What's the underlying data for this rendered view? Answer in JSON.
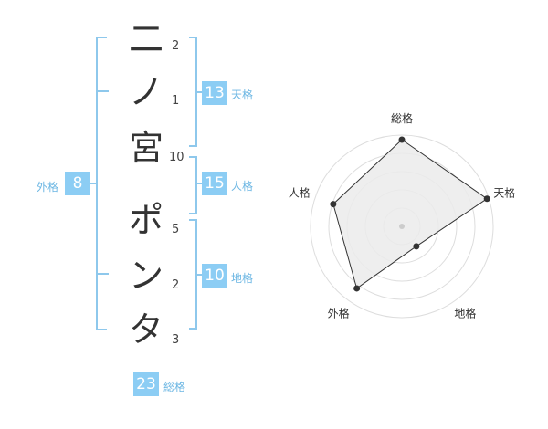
{
  "name": {
    "characters": [
      "二",
      "ノ",
      "宮",
      "ポ",
      "ン",
      "タ"
    ],
    "strokes": [
      "2",
      "1",
      "10",
      "5",
      "2",
      "3"
    ]
  },
  "fortune": {
    "tenkaku": {
      "value": "13",
      "label": "天格"
    },
    "jinkaku": {
      "value": "15",
      "label": "人格"
    },
    "chikaku": {
      "value": "10",
      "label": "地格"
    },
    "gaikaku": {
      "value": "8",
      "label": "外格"
    },
    "soukaku": {
      "value": "23",
      "label": "総格"
    }
  },
  "radar": {
    "axes": [
      "総格",
      "天格",
      "地格",
      "外格",
      "人格"
    ],
    "values": [
      0.95,
      0.98,
      0.27,
      0.84,
      0.79
    ],
    "rings": 5,
    "colors": {
      "fill": "#ebebeb",
      "line": "#333333",
      "ring": "#dddddd",
      "center": "#cccccc"
    }
  }
}
